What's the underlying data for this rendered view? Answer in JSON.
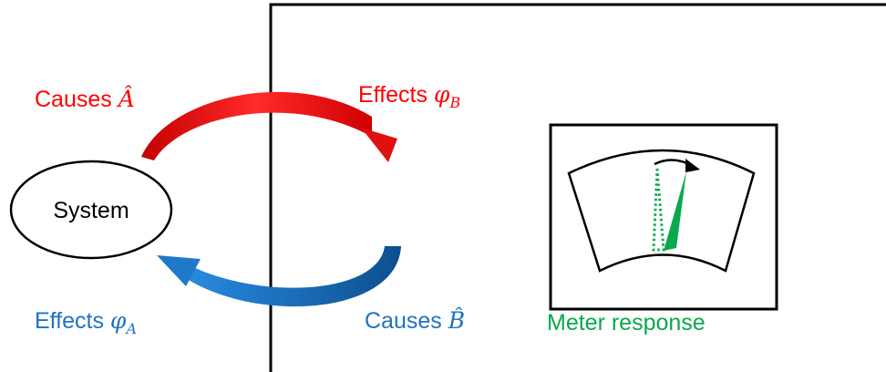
{
  "system": {
    "label": "System"
  },
  "causes_a": {
    "word": "Causes",
    "symbol": "Â"
  },
  "effects_b": {
    "word": "Effects",
    "symbol": "φ",
    "sub": "B"
  },
  "effects_a": {
    "word": "Effects",
    "symbol": "φ",
    "sub": "A"
  },
  "causes_b": {
    "word": "Causes",
    "symbol": "B̂"
  },
  "meter": {
    "label": "Meter response"
  },
  "colors": {
    "red": "#ff0000",
    "red_arrow": "#e01010",
    "blue": "#1f73c0",
    "blue_arrow": "#1a6db8",
    "green": "#0aa84f",
    "black": "#000000"
  }
}
